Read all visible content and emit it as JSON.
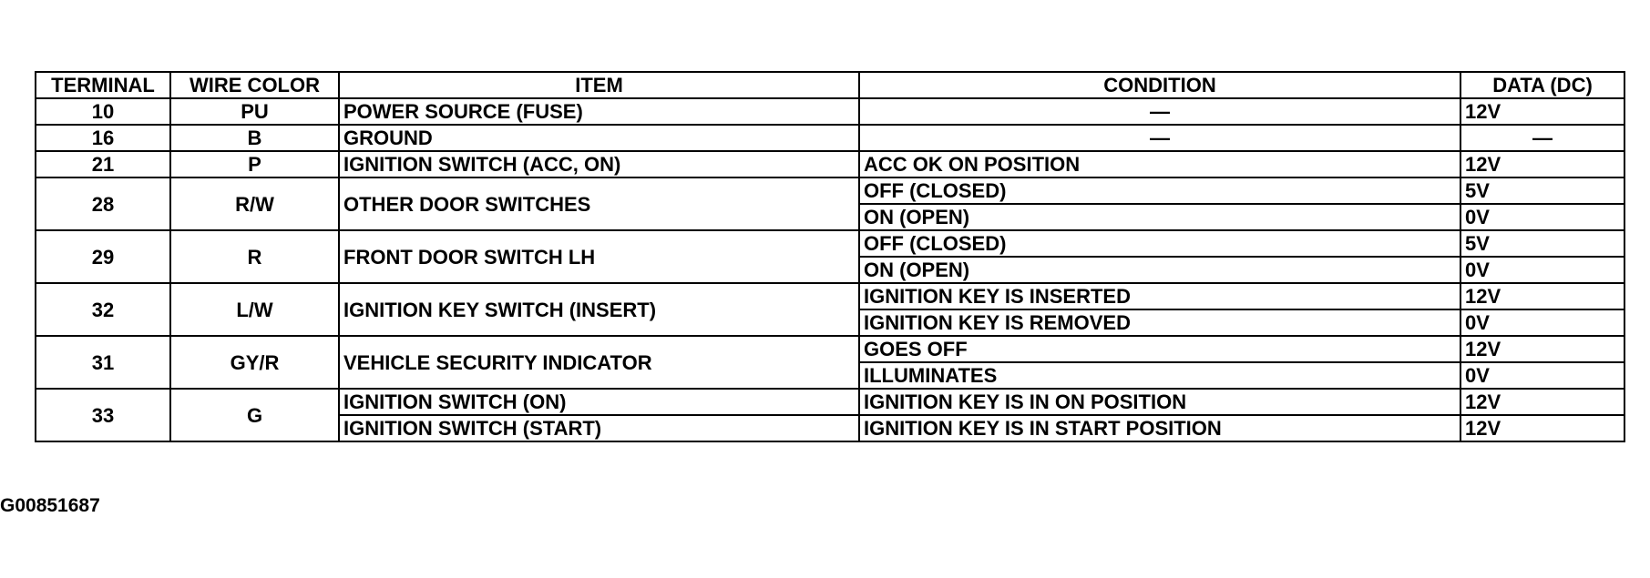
{
  "headers": {
    "terminal": "TERMINAL",
    "wire_color": "WIRE COLOR",
    "item": "ITEM",
    "condition": "CONDITION",
    "data": "DATA (DC)"
  },
  "rows": [
    {
      "terminal": "10",
      "wire": "PU",
      "item": "POWER SOURCE (FUSE)",
      "condition": "—",
      "data": "12V"
    },
    {
      "terminal": "16",
      "wire": "B",
      "item": "GROUND",
      "condition": "—",
      "data": "—"
    },
    {
      "terminal": "21",
      "wire": "P",
      "item": "IGNITION SWITCH (ACC, ON)",
      "condition": "ACC OK ON POSITION",
      "data": "12V"
    },
    {
      "terminal": "28",
      "wire": "R/W",
      "item": "OTHER DOOR SWITCHES",
      "conditions": [
        {
          "condition": "OFF (CLOSED)",
          "data": "5V"
        },
        {
          "condition": "ON (OPEN)",
          "data": "0V"
        }
      ]
    },
    {
      "terminal": "29",
      "wire": "R",
      "item": "FRONT DOOR SWITCH LH",
      "conditions": [
        {
          "condition": "OFF (CLOSED)",
          "data": "5V"
        },
        {
          "condition": "ON (OPEN)",
          "data": "0V"
        }
      ]
    },
    {
      "terminal": "32",
      "wire": "L/W",
      "item": "IGNITION KEY SWITCH (INSERT)",
      "conditions": [
        {
          "condition": "IGNITION KEY IS INSERTED",
          "data": "12V"
        },
        {
          "condition": "IGNITION KEY IS REMOVED",
          "data": "0V"
        }
      ]
    },
    {
      "terminal": "31",
      "wire": "GY/R",
      "item": "VEHICLE SECURITY INDICATOR",
      "conditions": [
        {
          "condition": "GOES OFF",
          "data": "12V"
        },
        {
          "condition": "ILLUMINATES",
          "data": "0V"
        }
      ]
    },
    {
      "terminal": "33",
      "wire": "G",
      "items": [
        {
          "item": "IGNITION SWITCH (ON)",
          "condition": "IGNITION KEY IS IN ON POSITION",
          "data": "12V"
        },
        {
          "item": "IGNITION SWITCH (START)",
          "condition": "IGNITION KEY IS IN START POSITION",
          "data": "12V"
        }
      ]
    }
  ],
  "caption": "G00851687"
}
